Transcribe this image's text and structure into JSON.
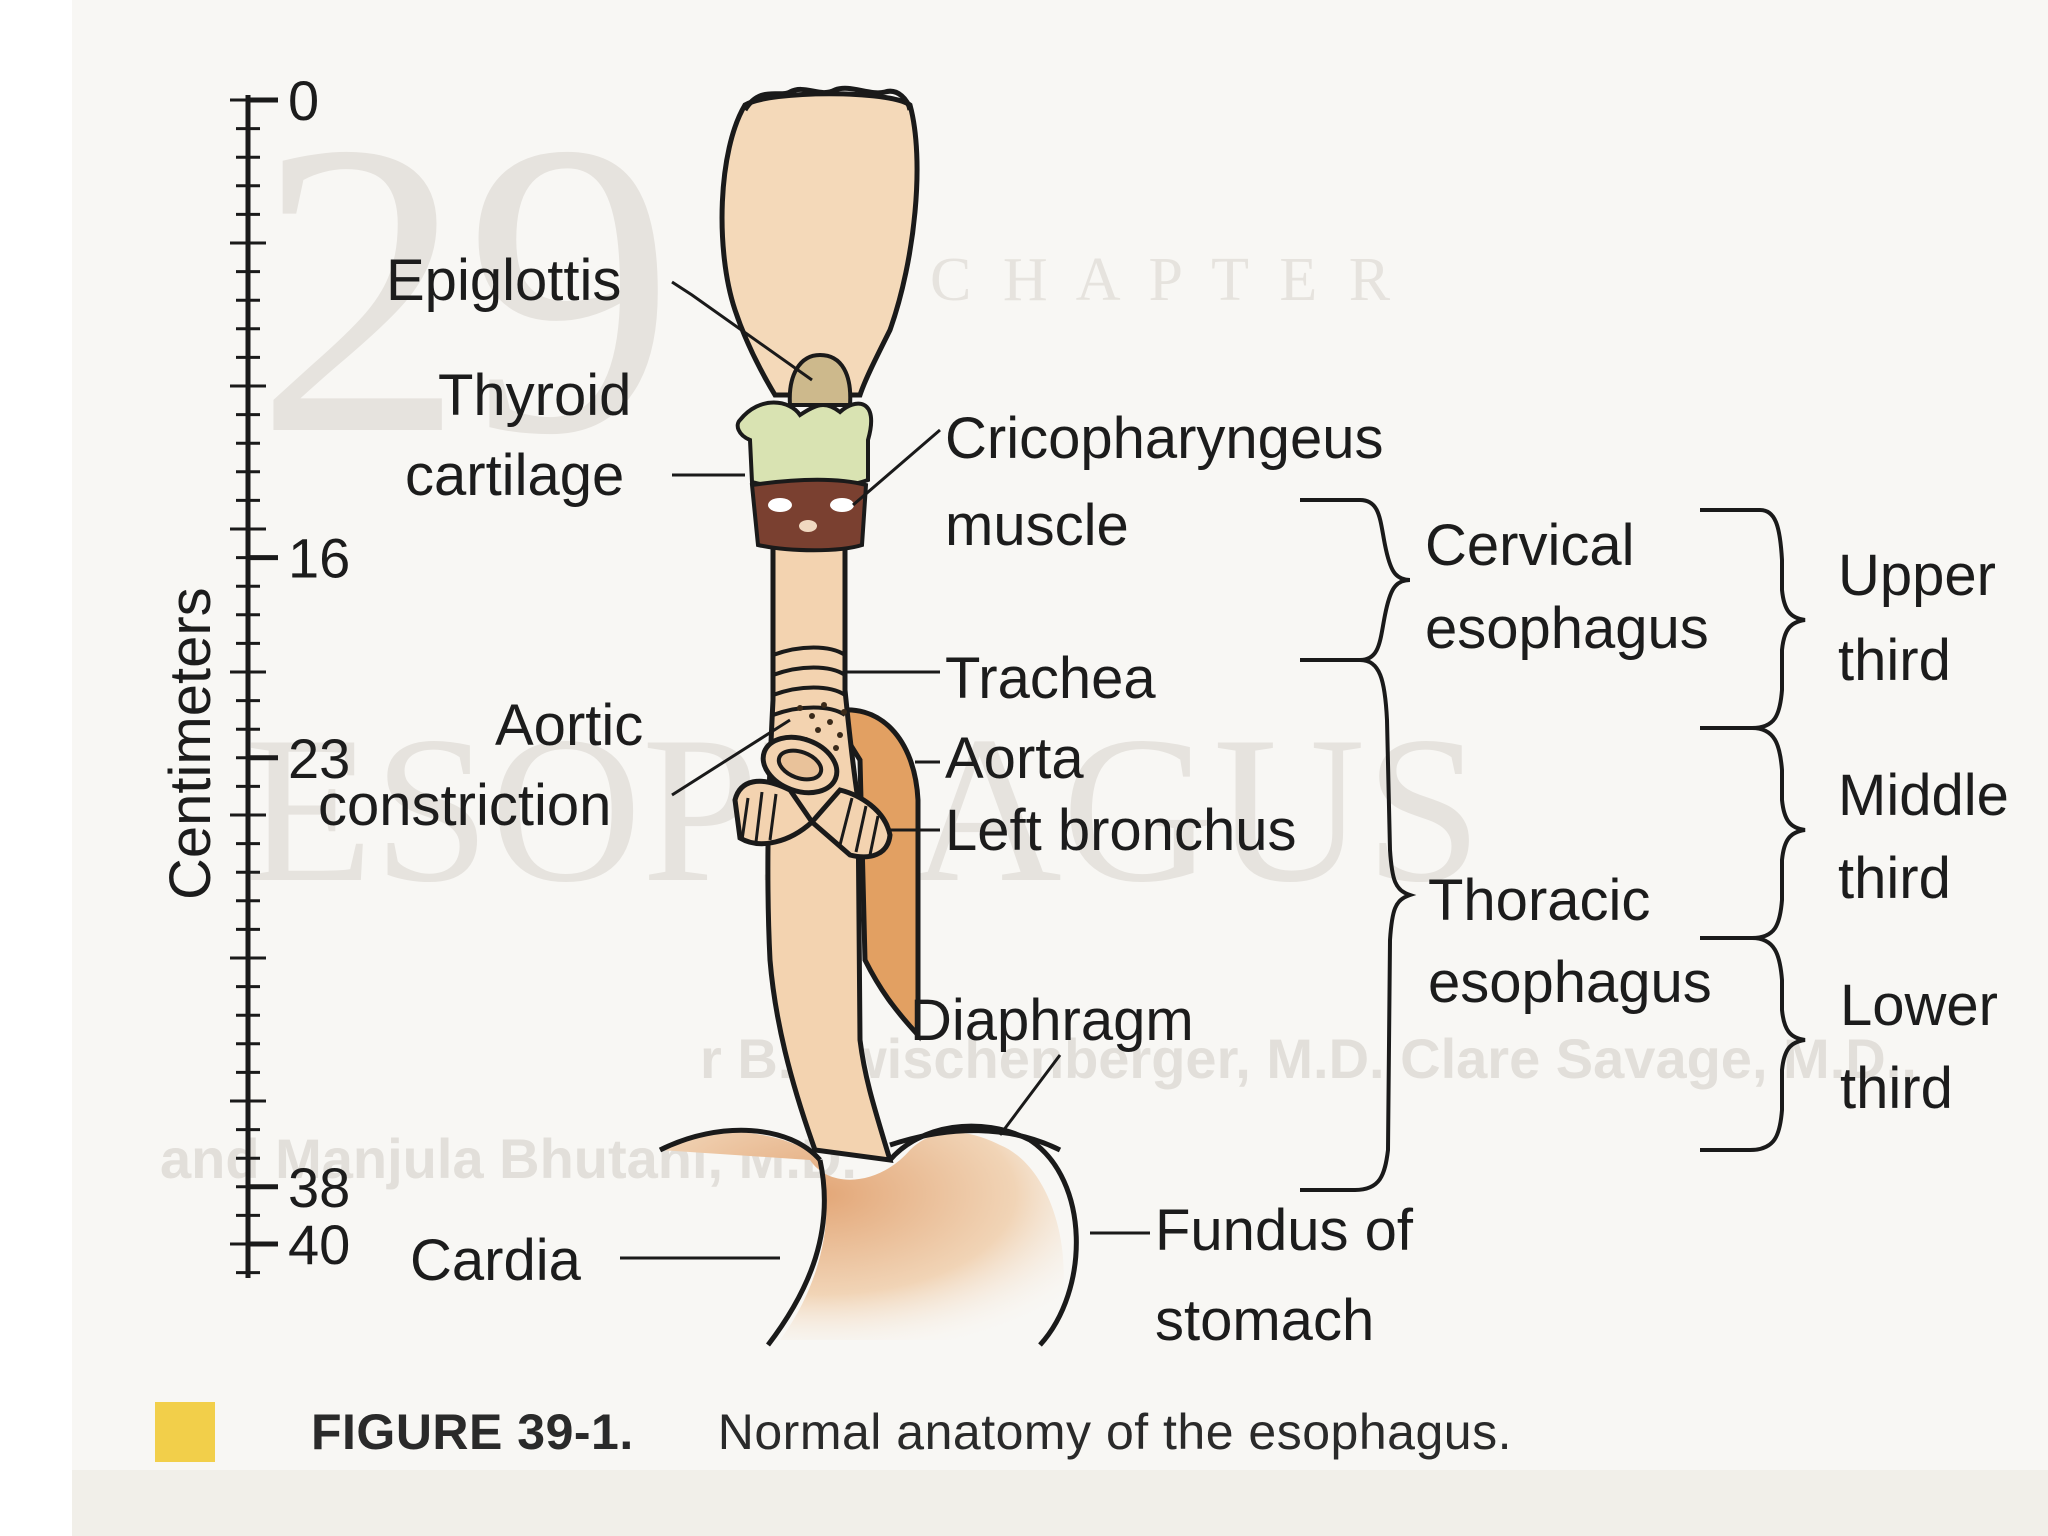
{
  "background_text": {
    "chapter_word": "C H A P T E R",
    "chapter_number": "29",
    "title_fragment": "ESOPHAGUS",
    "authors_line1": "r B. Zwischenberger, M.D.   Clare Savage, M.D.,",
    "authors_line2": "and   Manjula Bhutani, M.D."
  },
  "scale": {
    "axis_label": "Centimeters",
    "ticks": [
      {
        "cm": 0,
        "label": "0"
      },
      {
        "cm": 16,
        "label": "16"
      },
      {
        "cm": 23,
        "label": "23"
      },
      {
        "cm": 38,
        "label": "38"
      },
      {
        "cm": 40,
        "label": "40"
      }
    ]
  },
  "labels": {
    "epiglottis": "Epiglottis",
    "thyroid_1": "Thyroid",
    "thyroid_2": "cartilage",
    "cricopharyngeus_1": "Cricopharyngeus",
    "cricopharyngeus_2": "muscle",
    "trachea": "Trachea",
    "aortic_constriction_1": "Aortic",
    "aortic_constriction_2": "constriction",
    "aorta": "Aorta",
    "left_bronchus": "Left bronchus",
    "diaphragm": "Diaphragm",
    "cardia": "Cardia",
    "fundus_1": "Fundus of",
    "fundus_2": "stomach",
    "cervical_1": "Cervical",
    "cervical_2": "esophagus",
    "thoracic_1": "Thoracic",
    "thoracic_2": "esophagus",
    "upper_1": "Upper",
    "upper_2": "third",
    "middle_1": "Middle",
    "middle_2": "third",
    "lower_1": "Lower",
    "lower_2": "third"
  },
  "caption": {
    "figure_id": "FIGURE 39-1.",
    "text": "Normal anatomy of the esophagus."
  },
  "colors": {
    "organ_fill": "#f3d3b0",
    "pharynx_fill": "#f4d9b9",
    "cricopharyngeus_fill": "#7a4030",
    "thyroid_fill": "#d9e3b2",
    "aorta_fill": "#e2a062",
    "caption_square": "#f2cf4a"
  }
}
